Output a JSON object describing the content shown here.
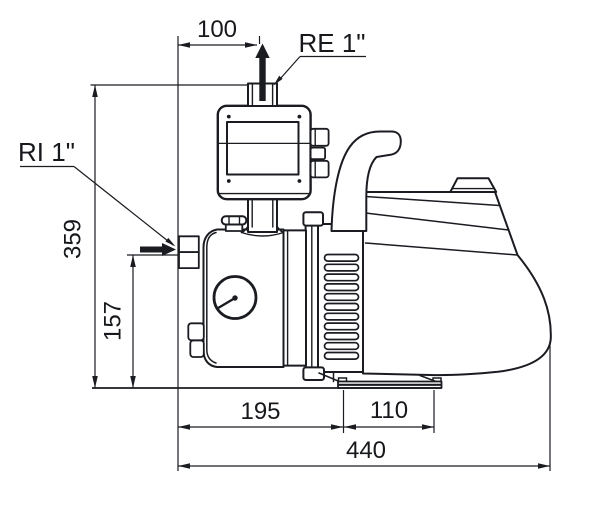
{
  "drawing": {
    "background": "#ffffff",
    "line_color": "#1a1c21",
    "labels": {
      "outlet": "RE 1\"",
      "inlet": "RI 1\""
    },
    "dimensions": {
      "outlet_from_front": "100",
      "overall_height": "359",
      "inlet_height": "157",
      "front_to_foot": "195",
      "foot_length": "110",
      "overall_length": "440"
    }
  }
}
